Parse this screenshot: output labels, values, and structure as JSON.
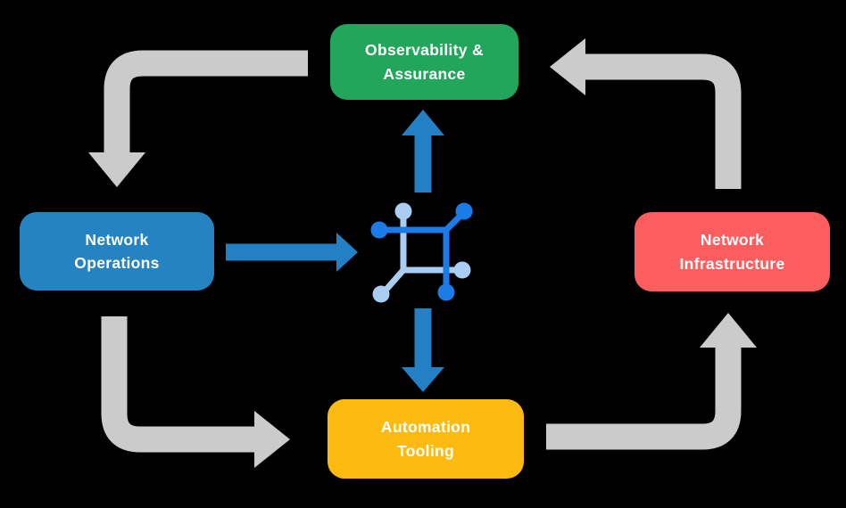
{
  "background_color": "#000000",
  "nodes": {
    "observability": {
      "line1": "Observability &",
      "line2": "Assurance",
      "color": "#22a65b",
      "text_color": "#ffffff"
    },
    "operations": {
      "line1": "Network",
      "line2": "Operations",
      "color": "#2583c1",
      "text_color": "#ffffff"
    },
    "infrastructure": {
      "line1": "Network",
      "line2": "Infrastructure",
      "color": "#fc5d5e",
      "text_color": "#ffffff"
    },
    "automation": {
      "line1": "Automation",
      "line2": "Tooling",
      "color": "#fdbb11",
      "text_color": "#ffffff"
    }
  },
  "center_icon": {
    "name": "network-mesh-icon",
    "color_dark": "#1b7ce8",
    "color_light": "#a9cdf3"
  },
  "arrows": {
    "cycle_color": "#cbcbcb",
    "flow_color": "#2480c4",
    "cycle": [
      {
        "from": "observability",
        "to": "operations",
        "position": "top-left"
      },
      {
        "from": "operations",
        "to": "automation",
        "position": "bottom-left"
      },
      {
        "from": "automation",
        "to": "infrastructure",
        "position": "bottom-right"
      },
      {
        "from": "infrastructure",
        "to": "observability",
        "position": "top-right"
      }
    ],
    "flows": [
      {
        "from": "operations",
        "to": "center",
        "direction": "right"
      },
      {
        "from": "center",
        "to": "observability",
        "direction": "up"
      },
      {
        "from": "center",
        "to": "automation",
        "direction": "down"
      }
    ]
  }
}
